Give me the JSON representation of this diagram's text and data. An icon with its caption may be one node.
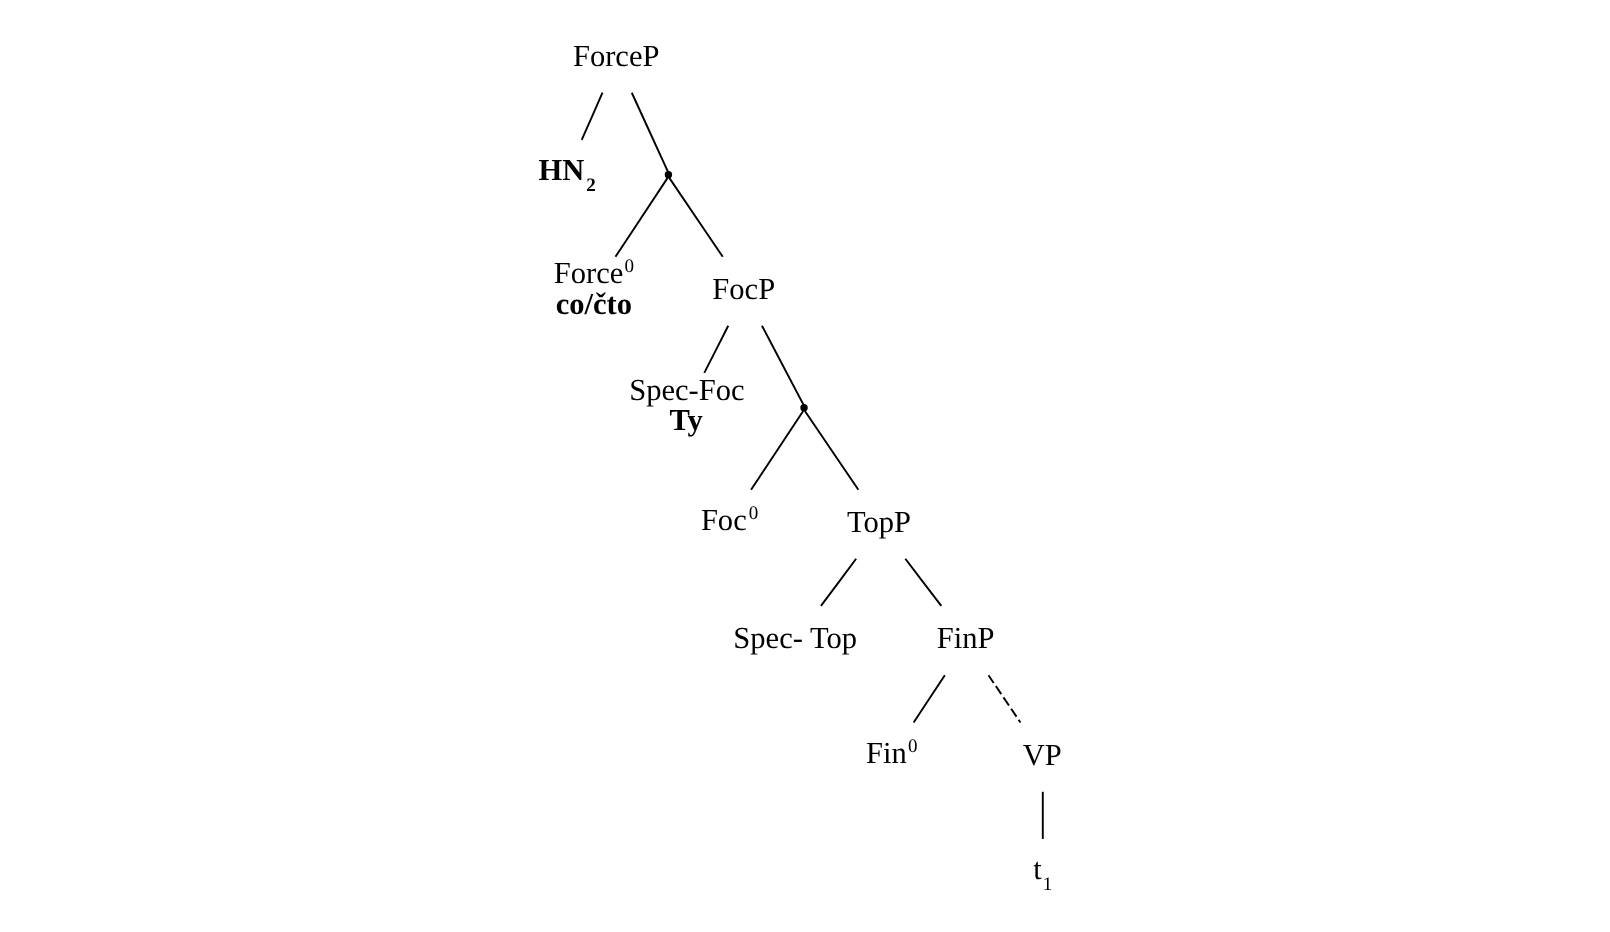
{
  "diagram": {
    "nodes": [
      {
        "text": [
          "ForceP"
        ]
      },
      {
        "text": [
          "HN$_{2}$"
        ]
      },
      {
        "text": [],
        "shape": "point"
      },
      {
        "text": [
          "Force$^{0}$",
          "co/čto"
        ]
      },
      {
        "text": [
          "FocP"
        ]
      },
      {
        "text": [
          "Spec-Foc",
          "Ty"
        ]
      },
      {
        "text": [],
        "shape": "point"
      },
      {
        "text": [
          "Foc$^{0}$"
        ]
      },
      {
        "text": [
          "TopP"
        ]
      },
      {
        "text": [
          "Spec- Top"
        ]
      },
      {
        "text": [
          "FinP"
        ]
      },
      {
        "text": [
          "Fin$^{0}$"
        ]
      },
      {
        "text": [
          "VP"
        ]
      },
      {
        "text": [
          "t$_{1}$"
        ]
      }
    ],
    "edges": [
      {
        "from": 0,
        "to": 1,
        "arrow": "none"
      },
      {
        "from": 0,
        "to": 2,
        "arrow": "none"
      },
      {
        "from": 2,
        "to": 3,
        "arrow": "none"
      },
      {
        "from": 2,
        "to": 4,
        "arrow": "none"
      },
      {
        "from": 4,
        "to": 5,
        "arrow": "none"
      },
      {
        "from": 4,
        "to": 6,
        "arrow": "none"
      },
      {
        "from": 6,
        "to": 7,
        "arrow": "none"
      },
      {
        "from": 6,
        "to": 8,
        "arrow": "none"
      },
      {
        "from": 8,
        "to": 9,
        "arrow": "none"
      },
      {
        "from": 8,
        "to": 10,
        "arrow": "none"
      },
      {
        "from": 10,
        "to": 11,
        "arrow": "none"
      },
      {
        "from": 10,
        "to": 12,
        "arrow": "none",
        "style": "dashed"
      },
      {
        "from": 12,
        "to": 13,
        "arrow": "none"
      }
    ]
  }
}
